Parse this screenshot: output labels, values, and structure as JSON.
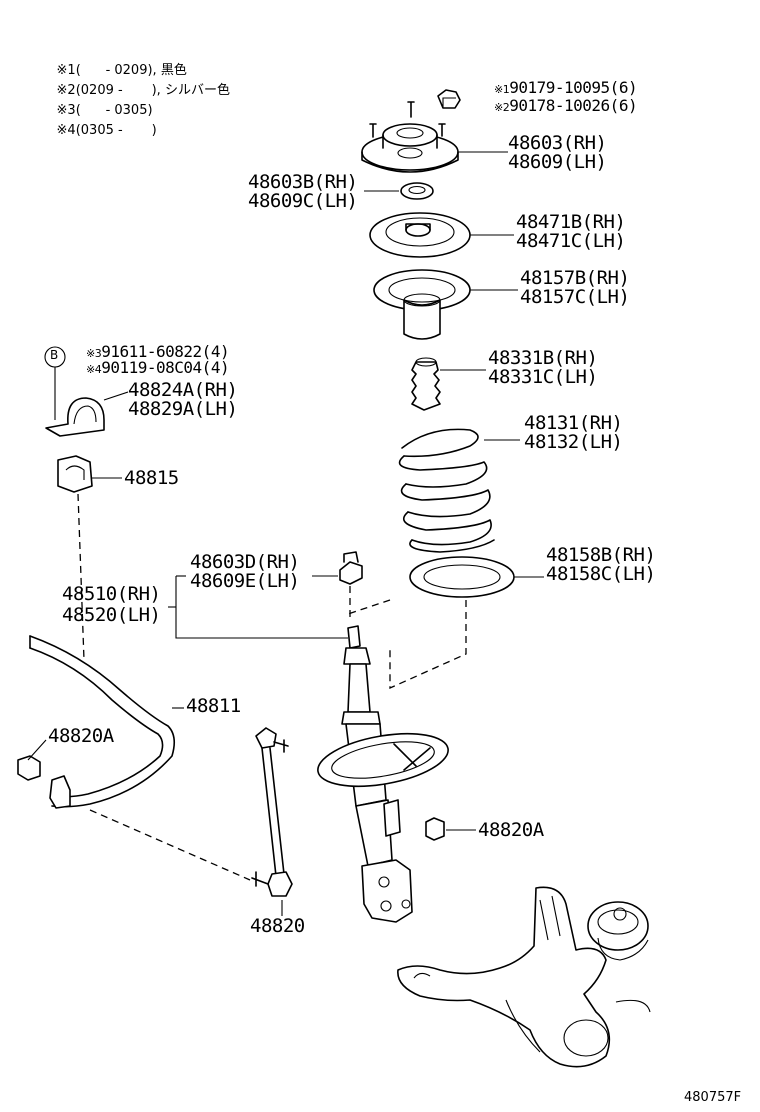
{
  "notes": [
    {
      "mark": "※1",
      "text": "(      - 0209), 黒色"
    },
    {
      "mark": "※2",
      "text": "(0209 -       ), シルバー色"
    },
    {
      "mark": "※3",
      "text": "(      - 0305)"
    },
    {
      "mark": "※4",
      "text": "(0305 -       )"
    }
  ],
  "parts": {
    "nut_upper_1": {
      "mark": "※1",
      "number": "90179-10095(6)"
    },
    "nut_upper_2": {
      "mark": "※2",
      "number": "90178-10026(6)"
    },
    "support_rh": "48603(RH)",
    "support_lh": "48609(LH)",
    "washer_rh": "48603B(RH)",
    "washer_lh": "48609C(LH)",
    "insulator_rh": "48471B(RH)",
    "insulator_lh": "48471C(LH)",
    "seat_rh": "48157B(RH)",
    "seat_lh": "48157C(LH)",
    "bumper_rh": "48331B(RH)",
    "bumper_lh": "48331C(LH)",
    "spring_rh": "48131(RH)",
    "spring_lh": "48132(LH)",
    "lower_insulator_rh": "48158B(RH)",
    "lower_insulator_lh": "48158C(LH)",
    "bolt_3": {
      "mark": "※3",
      "number": "91611-60822(4)"
    },
    "bolt_4": {
      "mark": "※4",
      "number": "90119-08C04(4)"
    },
    "b_callout": "B",
    "bracket_rh": "48824A(RH)",
    "bracket_lh": "48829A(LH)",
    "bushing": "48815",
    "nut_d_rh": "48603D(RH)",
    "nut_e_lh": "48609E(LH)",
    "strut_rh": "48510(RH)",
    "strut_lh": "48520(LH)",
    "stabilizer_bar": "48811",
    "nut_a_left": "48820A",
    "nut_a_right": "48820A",
    "link": "48820"
  },
  "figure_id": "480757F"
}
